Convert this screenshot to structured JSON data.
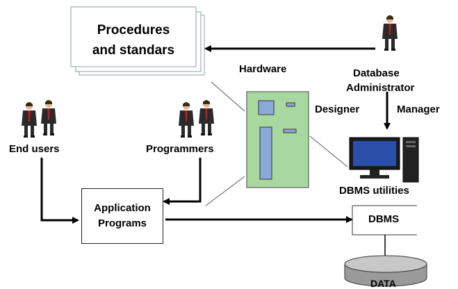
{
  "procedures": {
    "line1": "Procedures",
    "line2": "and standars"
  },
  "hardware_label": "Hardware",
  "dba": {
    "line1": "Database",
    "line2": "Administrator"
  },
  "designer_label": "Designer",
  "manager_label": "Manager",
  "end_users_label": "End users",
  "programmers_label": "Programmers",
  "application": {
    "line1": "Application",
    "line2": "Programs"
  },
  "dbms_utilities_label": "DBMS utilities",
  "dbms_label": "DBMS",
  "data_label": "DATA",
  "colors": {
    "hardware_body": "#a8d8a0",
    "hardware_slot": "#8aa8d8",
    "monitor_screen": "#2a4fa8",
    "person_coat": "#2a2a2a",
    "person_tie": "#c02020",
    "person_skin": "#e8b88a",
    "disk_top": "#c8c8c8",
    "disk_body": "#9a9a9a"
  }
}
